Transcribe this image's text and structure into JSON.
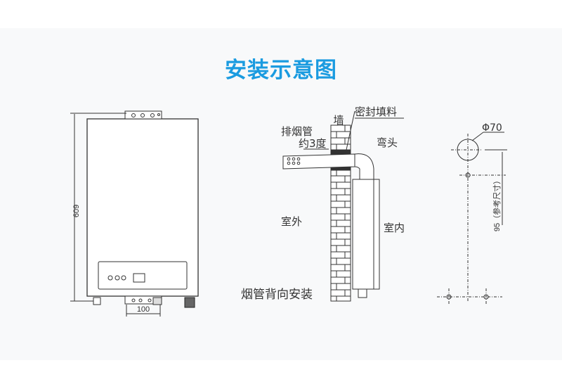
{
  "title": "安装示意图",
  "heater_front": {
    "height_dim": "609",
    "width_dim": "100"
  },
  "side_view": {
    "wall": "墙",
    "sealant": "密封填料",
    "exhaust_pipe": "排烟管",
    "slope": "约3度",
    "elbow": "弯头",
    "outdoor": "室外",
    "indoor": "室内",
    "caption": "烟管背向安装"
  },
  "hole_layout": {
    "diameter": "Φ70",
    "offset": "95（参考尺寸）"
  }
}
